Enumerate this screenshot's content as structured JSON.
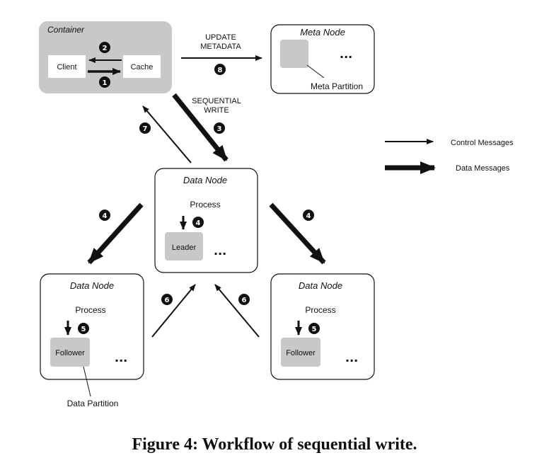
{
  "container": {
    "title": "Container",
    "client_label": "Client",
    "cache_label": "Cache"
  },
  "meta_node": {
    "title": "Meta Node",
    "partition_label": "Meta Partition",
    "dots": "..."
  },
  "leader_node": {
    "title": "Data Node",
    "process_label": "Process",
    "leader_label": "Leader",
    "dots": "..."
  },
  "follower_left": {
    "title": "Data Node",
    "process_label": "Process",
    "follower_label": "Follower",
    "dots": "..."
  },
  "follower_right": {
    "title": "Data Node",
    "process_label": "Process",
    "follower_label": "Follower",
    "dots": "..."
  },
  "data_partition_label": "Data Partition",
  "arrow_labels": {
    "update_metadata_line1": "UPDATE",
    "update_metadata_line2": "METADATA",
    "sequential_write_line1": "SEQUENTIAL",
    "sequential_write_line2": "WRITE"
  },
  "steps": {
    "s1": "1",
    "s2": "2",
    "s3": "3",
    "s4a": "4",
    "s4b": "4",
    "s4c": "4",
    "s5a": "5",
    "s5b": "5",
    "s6a": "6",
    "s6b": "6",
    "s7": "7",
    "s8": "8"
  },
  "legend": {
    "control": "Control  Messages",
    "data": "Data  Messages"
  },
  "caption": "Figure 4: Workflow of sequential write.",
  "colors": {
    "gray_fill": "#c8c8c8",
    "stroke": "#111111",
    "badge": "#111111"
  }
}
